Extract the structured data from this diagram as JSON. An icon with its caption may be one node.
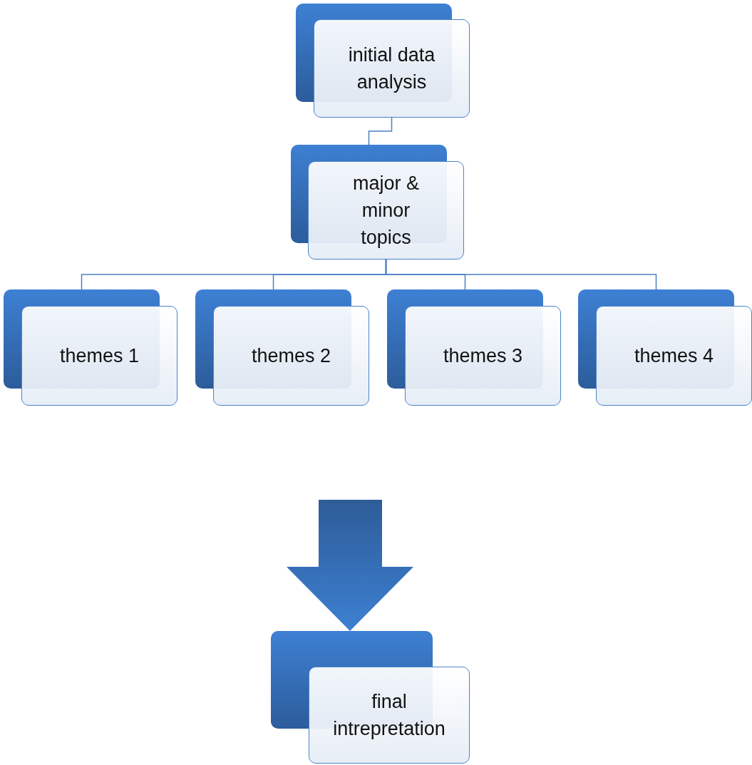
{
  "diagram": {
    "nodes": [
      {
        "text": [
          "initial data analysis"
        ]
      },
      {
        "text": [
          "major & minor topics"
        ]
      },
      {
        "text": [
          "themes 1"
        ]
      },
      {
        "text": [
          "themes 2"
        ]
      },
      {
        "text": [
          "themes 3"
        ]
      },
      {
        "text": [
          "themes 4"
        ]
      },
      {
        "text": [
          "final intrepretation"
        ]
      }
    ],
    "edges": [
      {
        "from": 0,
        "to": 1,
        "arrow": "none"
      },
      {
        "from": 1,
        "to": 2,
        "arrow": "none"
      },
      {
        "from": 1,
        "to": 3,
        "arrow": "none"
      },
      {
        "from": 1,
        "to": 4,
        "arrow": "none"
      },
      {
        "from": 1,
        "to": 5,
        "arrow": "none"
      },
      {
        "from": null,
        "to": 6,
        "arrow": "to",
        "style": "thick"
      }
    ]
  }
}
